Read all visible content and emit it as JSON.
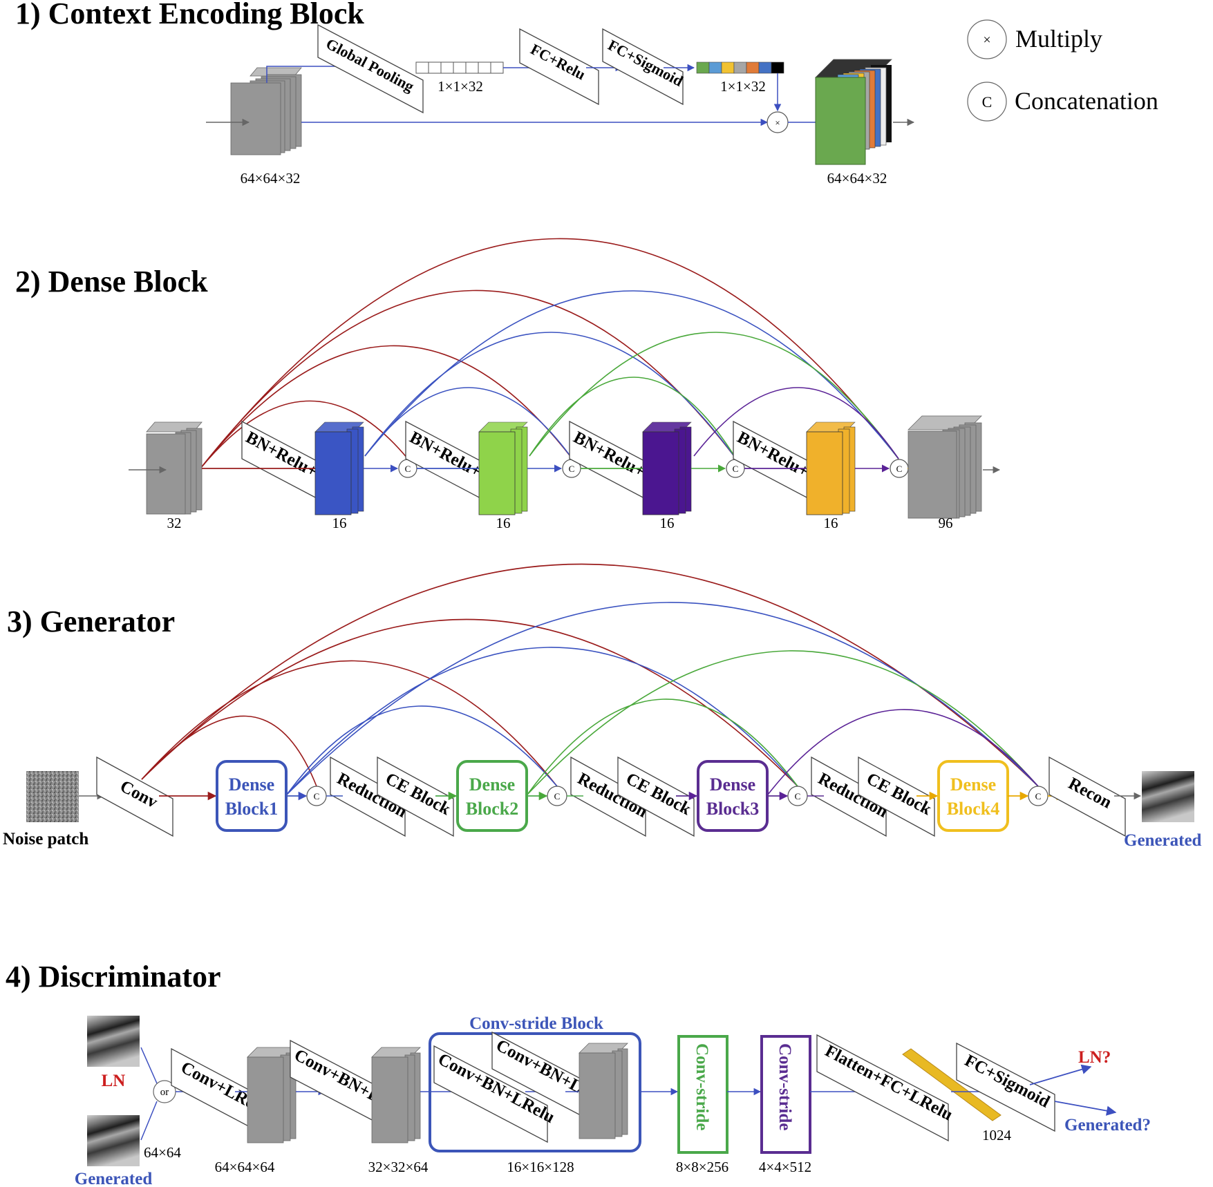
{
  "sections": {
    "s1": "1) Context Encoding Block",
    "s2": "2) Dense  Block",
    "s3": "3) Generator",
    "s4": "4) Discriminator"
  },
  "legend": {
    "multiply_symbol": "×",
    "multiply_label": "Multiply",
    "concat_symbol": "C",
    "concat_label": "Concatenation"
  },
  "ceb": {
    "input_dim": "64×64×32",
    "output_dim": "64×64×32",
    "global_pooling": "Global Pooling",
    "vec_dim_1": "1×1×32",
    "fc_relu": "FC+Relu",
    "fc_sigmoid": "FC+Sigmoid",
    "vec_dim_2": "1×1×32",
    "vector_colors": [
      "#6aa84f",
      "#5b9bd5",
      "#f1c232",
      "#a6a6a6",
      "#e07b39",
      "#4472c4",
      "#000000"
    ]
  },
  "dense": {
    "layer_label": "BN+Relu+Conv",
    "input_dim": "32",
    "layer_dims": [
      "16",
      "16",
      "16",
      "16"
    ],
    "output_dim": "96",
    "colors": [
      "#3a55c4",
      "#8fd34a",
      "#4b1690",
      "#f0b12b"
    ]
  },
  "generator": {
    "conv": "Conv",
    "noise_label": "Noise patch",
    "dense_blocks": [
      {
        "line1": "Dense",
        "line2": "Block1",
        "color": "#3c55b8"
      },
      {
        "line1": "Dense",
        "line2": "Block2",
        "color": "#4aa84a"
      },
      {
        "line1": "Dense",
        "line2": "Block3",
        "color": "#5a2d91"
      },
      {
        "line1": "Dense",
        "line2": "Block4",
        "color": "#f0bf1e"
      }
    ],
    "reduction": "Reduction",
    "ce_block": "CE Block",
    "recon": "Recon",
    "generated_label": "Generated"
  },
  "discriminator": {
    "ln_label": "LN",
    "generated_label": "Generated",
    "or_label": "or",
    "input_dim": "64×64",
    "conv_lrelu": "Conv+LRelu",
    "dim1": "64×64×64",
    "conv_bn_lrelu": "Conv+BN+LRelu",
    "dim2": "32×32×64",
    "conv_stride_block": "Conv-stride Block",
    "dim3": "16×16×128",
    "conv_stride": "Conv-stride",
    "dim4": "8×8×256",
    "dim5": "4×4×512",
    "flatten": "Flatten+FC+LRelu",
    "dim6": "1024",
    "fc_sigmoid": "FC+Sigmoid",
    "out_ln": "LN?",
    "out_gen": "Generated?",
    "ln_color": "#cc1f1f",
    "gen_color": "#3c55b8",
    "box_color": "#3c55b8",
    "stride_color1": "#4aa84a",
    "stride_color2": "#5a2d91",
    "vector_color": "#e8b923"
  },
  "colors": {
    "red_arc": "#9a1b1b",
    "blue_arc": "#3a52c0",
    "green_arc": "#49a83a",
    "purple_arc": "#5a2296",
    "flow": "#3c4fc0"
  }
}
